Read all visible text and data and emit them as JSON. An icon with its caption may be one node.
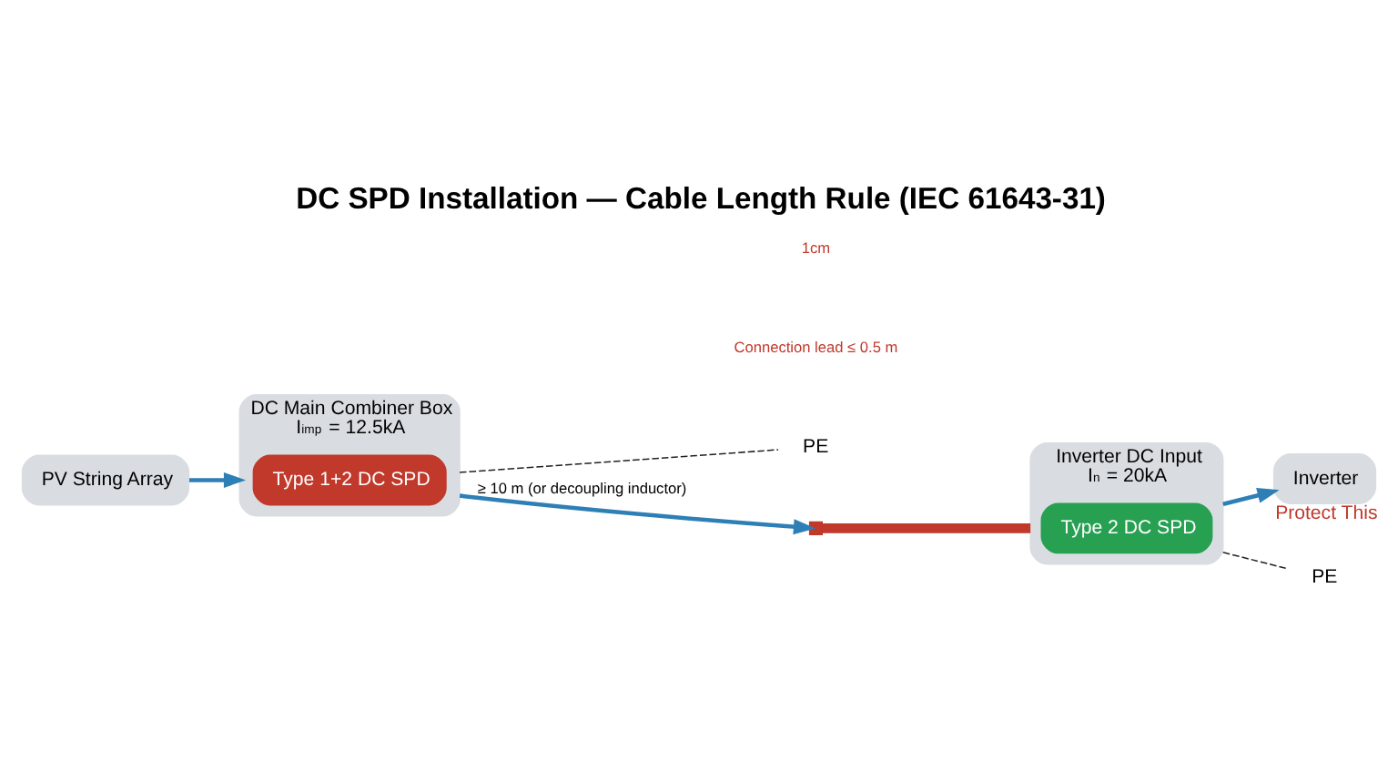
{
  "diagram": {
    "title": "DC SPD Installation — Cable Length Rule (IEC 61643-31)",
    "nodes": [
      {
        "text": [
          "PV String Array"
        ]
      },
      {
        "text": [
          "DC Main Combiner Box",
          "I$_{imp}$ = 12.5kA"
        ]
      },
      {
        "text": [
          "Type 1+2 DC SPD"
        ],
        "in": 1
      },
      {
        "text": [
          "Inverter DC Input",
          "I$_{n}$ = 20kA"
        ]
      },
      {
        "text": [
          "Type 2 DC SPD"
        ],
        "in": 3
      },
      {
        "text": [
          "Inverter"
        ],
        "beside": [
          "Protect This"
        ]
      },
      {
        "text": [
          "PE"
        ]
      },
      {
        "text": [
          "PE"
        ]
      },
      {
        "text": [],
        "shape": "bar"
      }
    ],
    "edges": [
      {
        "from": 0,
        "to": 1,
        "arrow": "to"
      },
      {
        "from": 1,
        "to": 8,
        "arrow": "to",
        "label": "≥ 10 m (or decoupling inductor)"
      },
      {
        "from": 8,
        "to": 3,
        "arrow": "none",
        "style": "thick",
        "color": "#c0392b"
      },
      {
        "from": 3,
        "to": 5,
        "arrow": "to"
      },
      {
        "from": 1,
        "to": 6,
        "arrow": "none",
        "style": "dashed",
        "color": "#222222"
      },
      {
        "from": 3,
        "to": 7,
        "arrow": "none",
        "style": "dashed",
        "color": "#222222"
      }
    ],
    "labels": [
      "Connection lead ≤ 0.5 m",
      "1cm"
    ]
  }
}
